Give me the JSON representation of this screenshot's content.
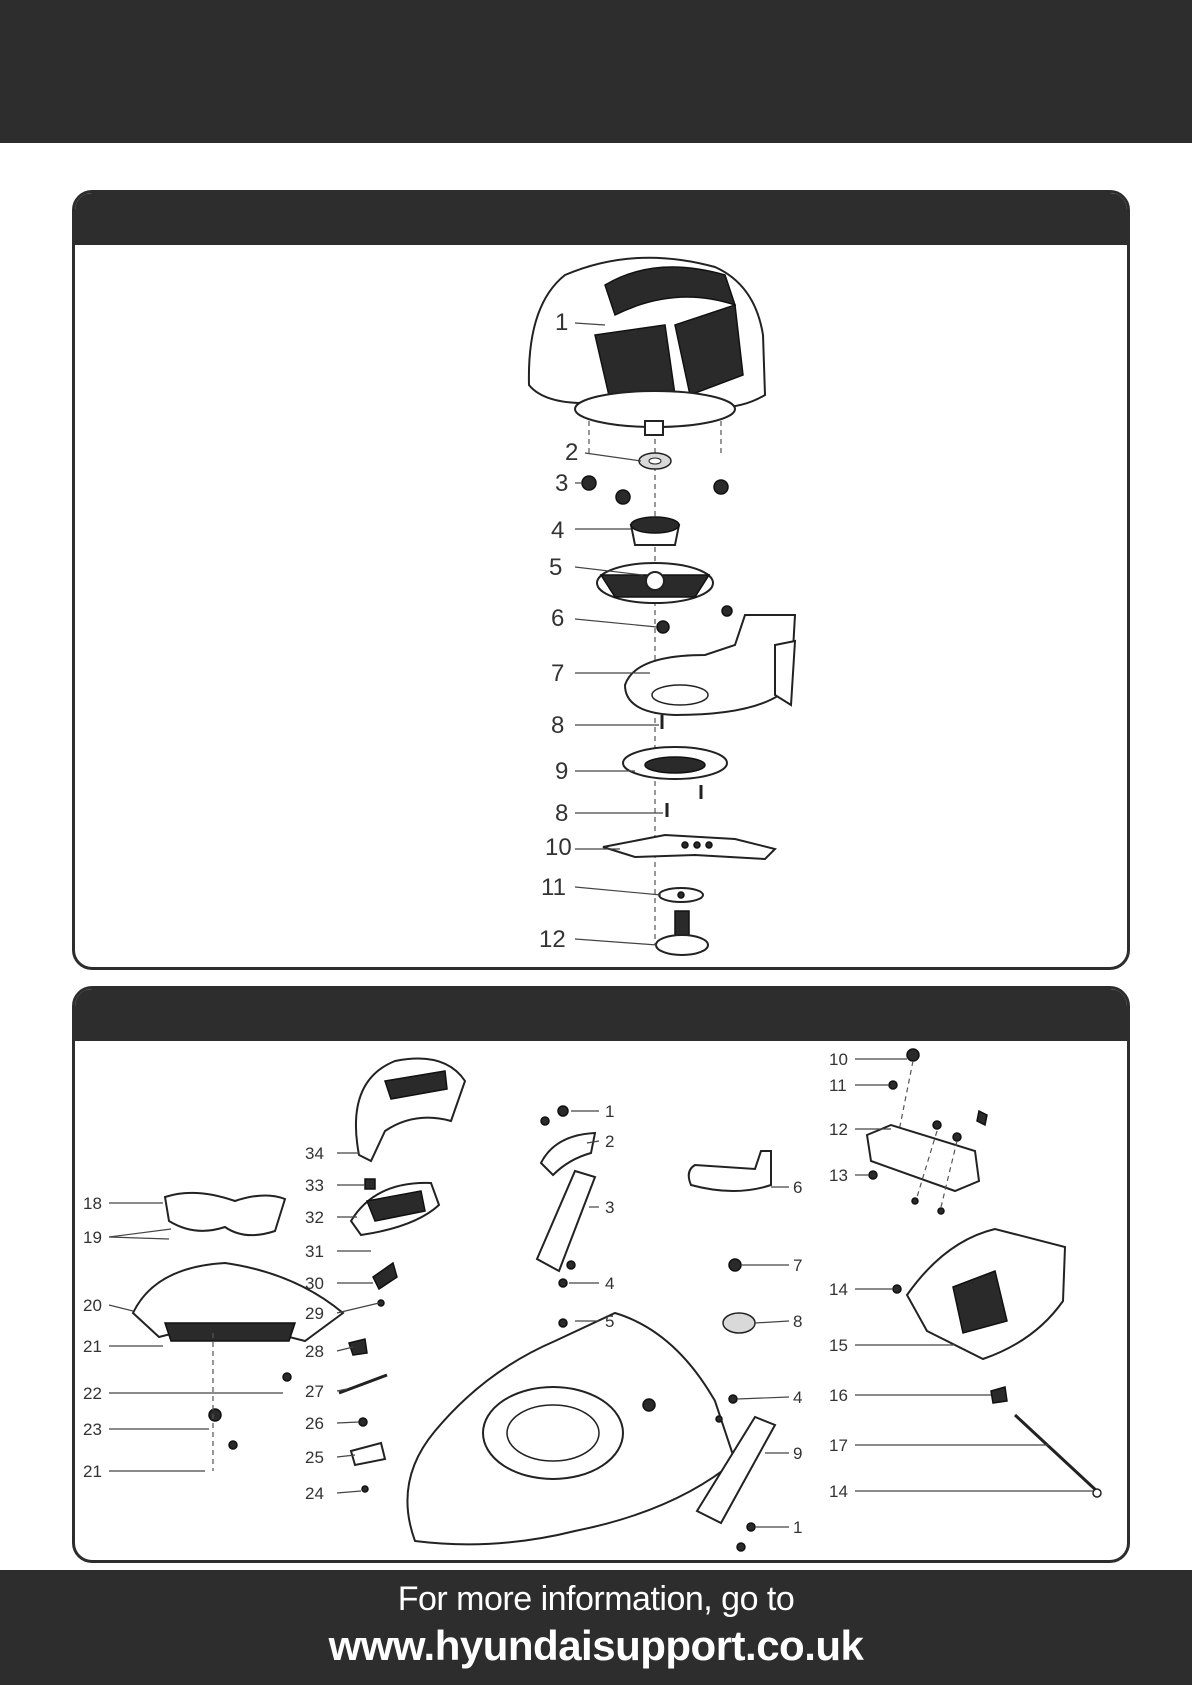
{
  "diagram_top": {
    "labels": [
      "1",
      "2",
      "3",
      "4",
      "5",
      "6",
      "7",
      "8",
      "9",
      "8",
      "10",
      "11",
      "12"
    ]
  },
  "diagram_bottom": {
    "labels": [
      "34",
      "33",
      "32",
      "31",
      "30",
      "29",
      "28",
      "27",
      "26",
      "25",
      "24",
      "18",
      "19",
      "20",
      "21",
      "22",
      "23",
      "21",
      "1",
      "2",
      "3",
      "4",
      "5",
      "6",
      "7",
      "8",
      "4",
      "9",
      "1",
      "10",
      "11",
      "12",
      "13",
      "14",
      "15",
      "16",
      "17",
      "14"
    ]
  },
  "footer": {
    "line1": "For more information, go to",
    "line2": "www.hyundaisupport.co.uk"
  }
}
